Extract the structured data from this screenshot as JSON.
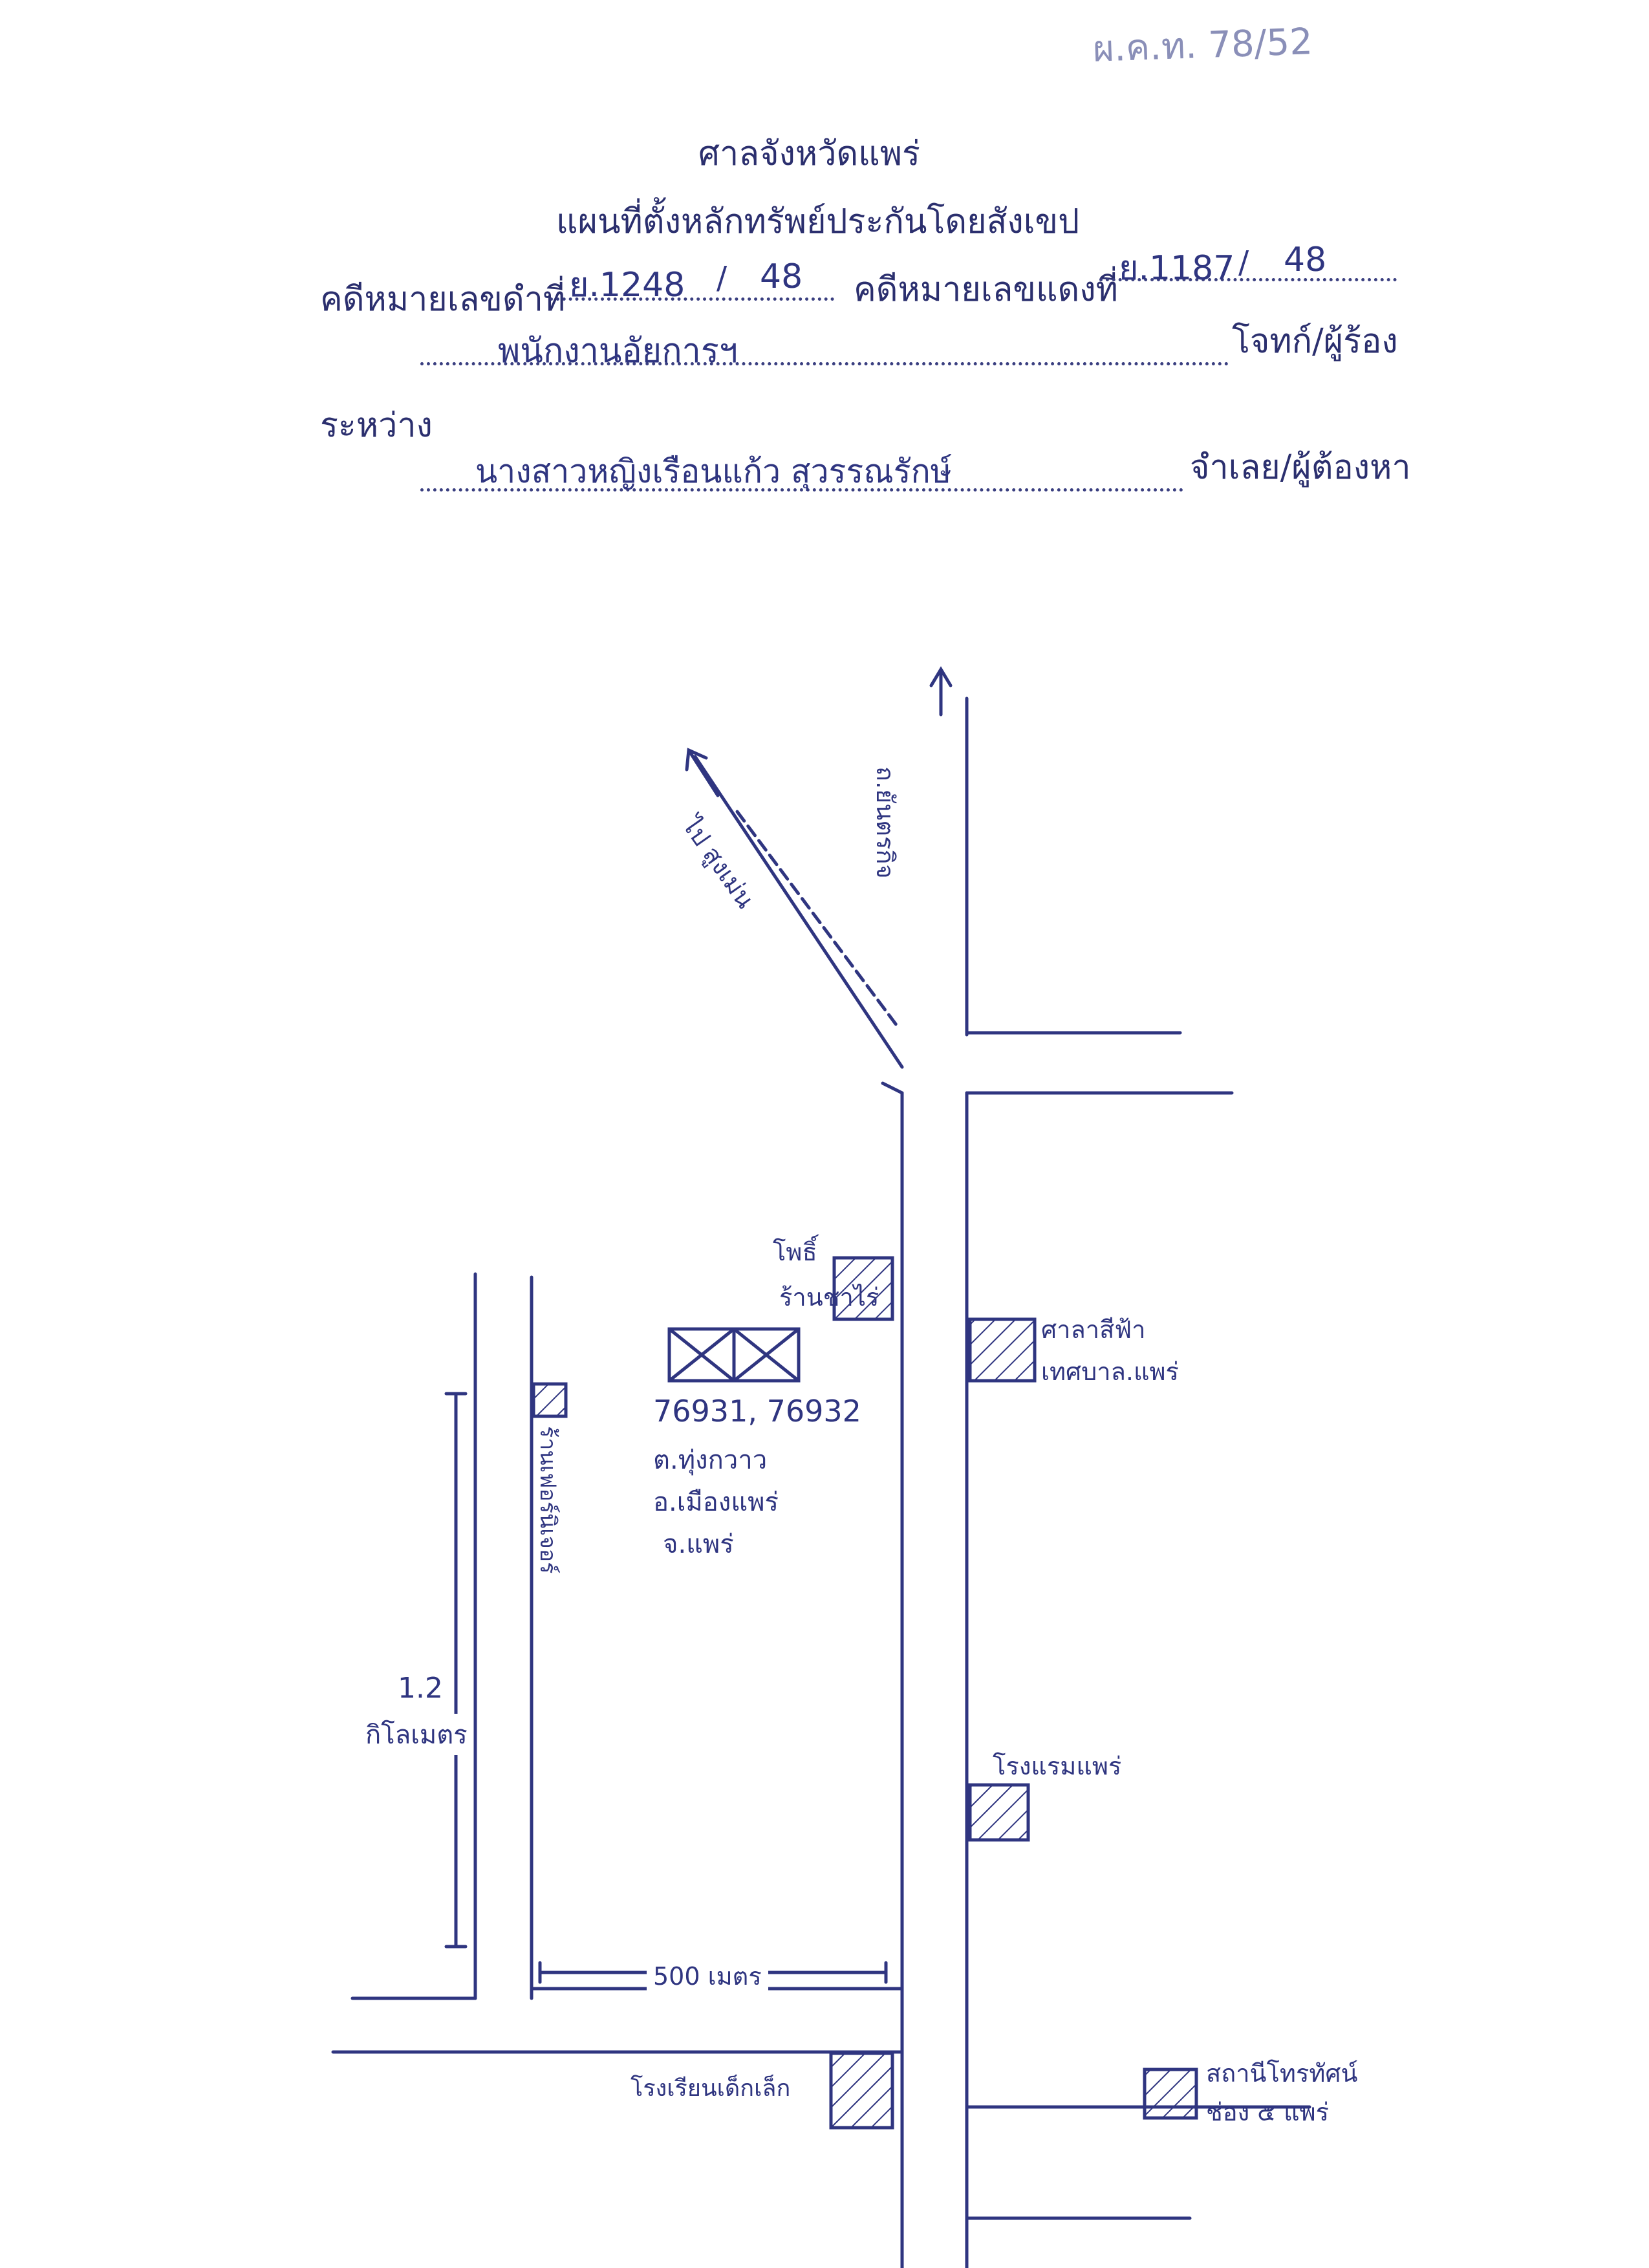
{
  "doc_ref": "ผ.ค.ท. 78/52",
  "header": {
    "court": "ศาลจังหวัดแพร่",
    "title": "แผนที่ตั้งหลักทรัพย์ประกันโดยสังเขป"
  },
  "case": {
    "black_label": "คดีหมายเลขดำที่",
    "black_no": "ย.1248",
    "black_year": "48",
    "red_label": "คดีหมายเลขแดงที่",
    "red_no": "ย.1187",
    "red_year": "48",
    "sep": "/"
  },
  "parties": {
    "plaintiff_name": "พนักงานอัยการฯ",
    "plaintiff_label": "โจทก์/ผู้ร้อง",
    "between_label": "ระหว่าง",
    "defendant_name": "นางสาวหญิงเรือนแก้ว สุวรรณรักษ์",
    "defendant_label": "จำเลย/ผู้ต้องหา"
  },
  "map": {
    "road_north": "ถ.ยันตรกิจ",
    "road_diagonal": "ไป สูงเม่น",
    "landmark_left_top": "โพธิ์",
    "landmark_left_bottom": "ร้านชาไร่",
    "landmark_vertical": "ร้านเฟอร์นิเจอร์",
    "landmark_right": "ศาลาสีฟ้า",
    "landmark_right_sub": "เทศบาล.แพร่",
    "property_title": "76931, 76932",
    "property_tambon": "ต.ทุ่งกวาว",
    "property_amphoe": "อ.เมืองแพร่",
    "property_province": "จ.แพร่",
    "distance_value": "1.2",
    "distance_unit": "กิโลเมตร",
    "meters_label": "500 เมตร",
    "hotel_label": "โรงแรมแพร่",
    "bottom_left_label": "โรงเรียนเด็กเล็ก",
    "bottom_right_label": "สถานีโทรทัศน์",
    "bottom_right_sub": "ช่อง ๕ แพร่"
  }
}
